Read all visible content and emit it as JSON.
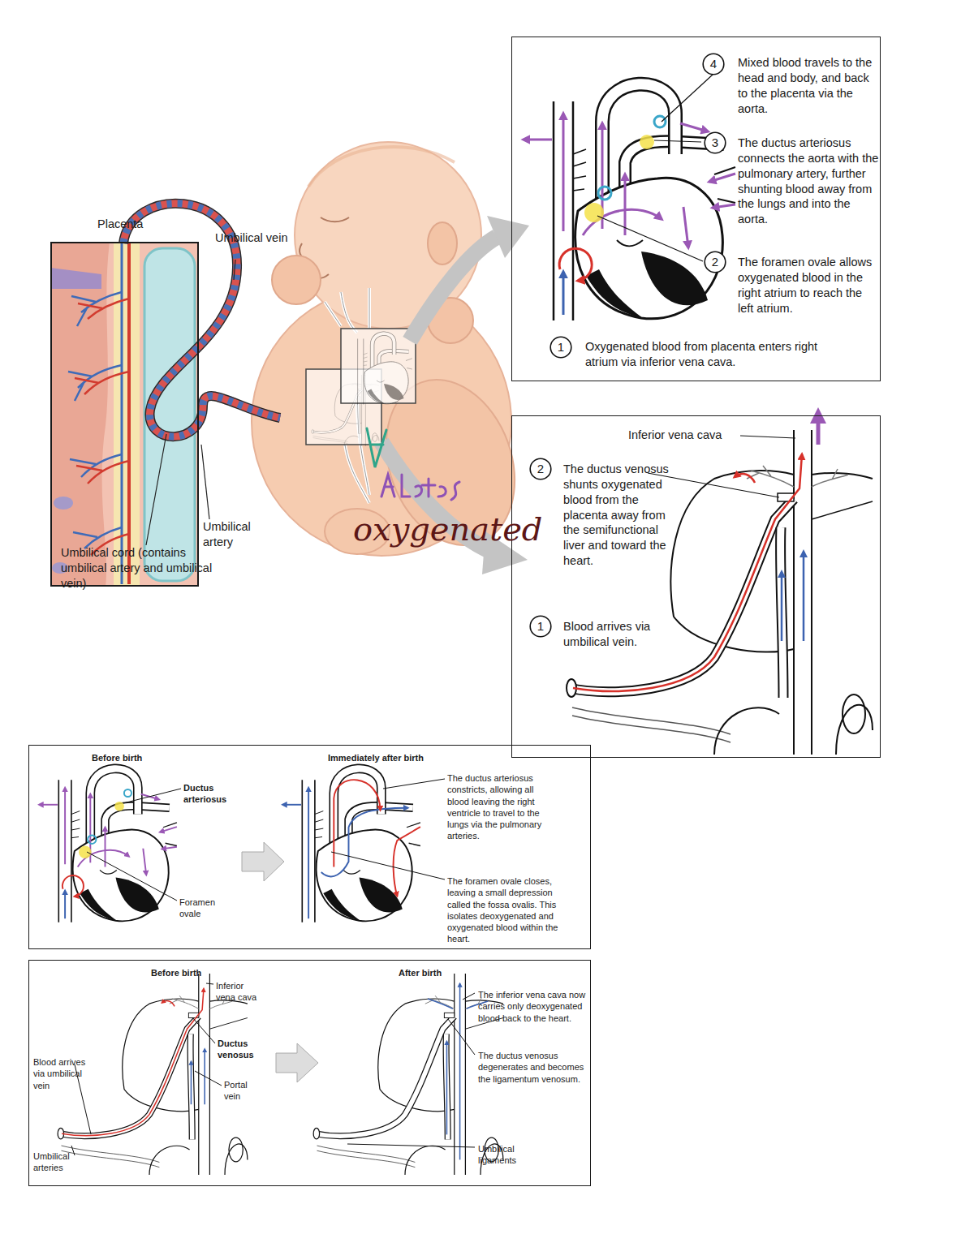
{
  "diagram": {
    "nodes": [
      {
        "text": [
          "Mixed blood travels to the head and body, and back to the placenta via the aorta.",
          "The ductus arteriosus connects the aorta with the pulmonary artery, further shunting blood away from the lungs and into the aorta.",
          "The foramen ovale allows oxygenated blood in the right atrium to reach the left atrium.",
          "Oxygenated blood from placenta enters right atrium via inferior vena cava."
        ]
      },
      {
        "text": [
          "4"
        ],
        "in": 0
      },
      {
        "text": [
          "3"
        ],
        "in": 0
      },
      {
        "text": [
          "2"
        ],
        "in": 0
      },
      {
        "text": [
          "1"
        ],
        "in": 0
      },
      {
        "text": [
          "Placenta"
        ]
      },
      {
        "text": [
          "Inferior vena cava",
          "The ductus venosus shunts oxygenated blood from the placenta away from the semifunctional liver and toward the heart.",
          "Blood arrives via umbilical vein."
        ]
      },
      {
        "text": [
          "2"
        ],
        "in": 6
      },
      {
        "text": [
          "1"
        ],
        "in": 6
      },
      {
        "text": [
          "Before birth",
          "Ductus arteriosus",
          "Foramen ovale",
          "Immediately after birth",
          "The ductus arteriosus constricts, allowing all blood leaving the right ventricle to travel to the lungs via the pulmonary arteries.",
          "The foramen ovale closes, leaving a small depression called the fossa ovalis. This isolates deoxygenated and oxygenated blood within the heart."
        ]
      },
      {
        "text": [
          "Before birth",
          "Inferior vena cava",
          "Ductus venosus",
          "Blood arrives via umbilical vein",
          "Portal vein",
          "Umbilical arteries",
          "After birth",
          "The inferior vena cava now carries only deoxygenated blood back to the heart.",
          "The ductus venosus degenerates and becomes the ligamentum venosum.",
          "Umbilical ligaments"
        ]
      }
    ],
    "labels": [
      "Umbilical vein",
      "Umbilical artery",
      "Umbilical cord (contains umbilical artery and umbilical vein)",
      "oxygenated"
    ]
  }
}
